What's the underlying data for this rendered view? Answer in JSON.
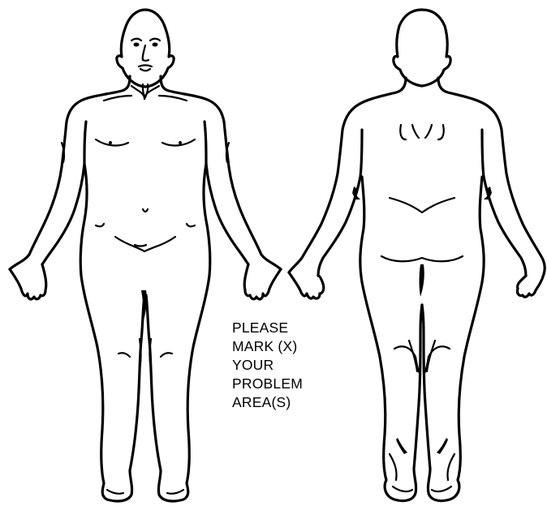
{
  "instruction": {
    "lines": [
      "PLEASE",
      "MARK (X)",
      "YOUR",
      "PROBLEM",
      "AREA(S)"
    ]
  },
  "colors": {
    "ink": "#000000",
    "paper": "#ffffff"
  },
  "figures": [
    {
      "view": "front"
    },
    {
      "view": "back"
    }
  ]
}
